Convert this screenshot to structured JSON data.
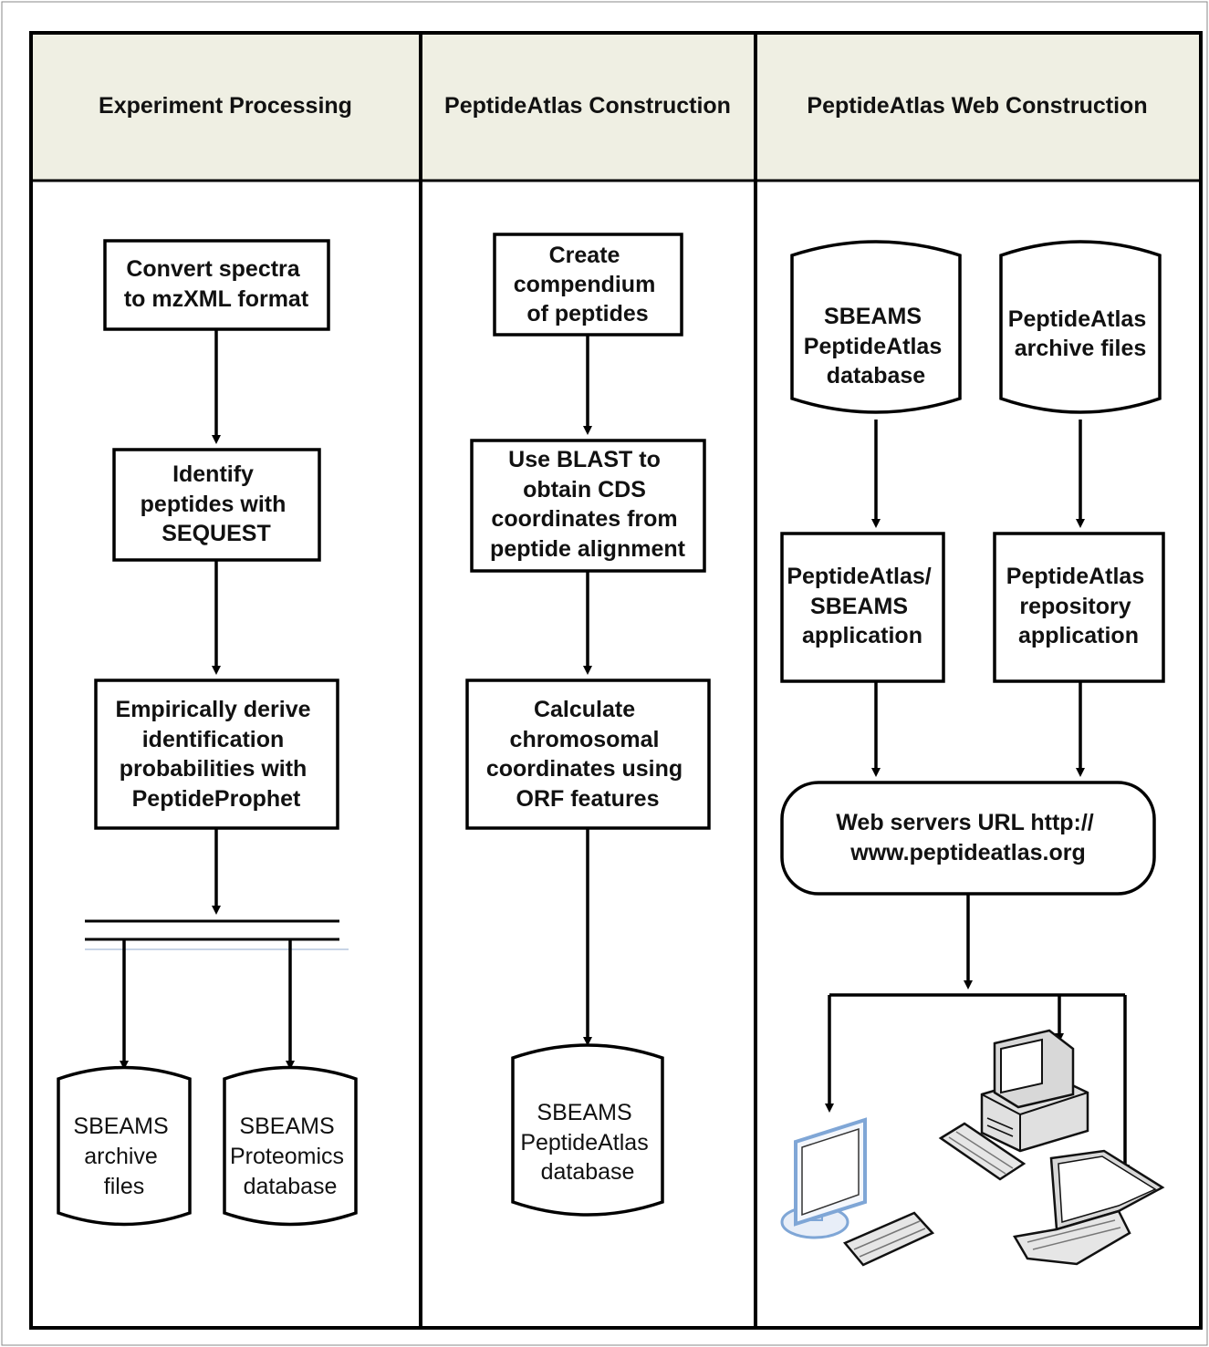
{
  "columns": [
    {
      "title": "Experiment Processing"
    },
    {
      "title": "PeptideAtlas Construction"
    },
    {
      "title": "PeptideAtlas Web Construction"
    }
  ],
  "experiment": {
    "convert": [
      "Convert spectra",
      "to mzXML format"
    ],
    "identify": [
      "Identify",
      "peptides with",
      "SEQUEST"
    ],
    "empirical": [
      "Empirically derive",
      "identification",
      "probabilities with",
      "PeptideProphet"
    ],
    "archive_db": [
      "SBEAMS",
      "archive",
      "files"
    ],
    "proteomics_db": [
      "SBEAMS",
      "Proteomics",
      "database"
    ]
  },
  "construction": {
    "compendium": [
      "Create",
      "compendium",
      "of peptides"
    ],
    "blast": [
      "Use BLAST to",
      "obtain CDS",
      "coordinates from",
      "peptide alignment"
    ],
    "calculate": [
      "Calculate",
      "chromosomal",
      "coordinates using",
      "ORF features"
    ],
    "atlas_db": [
      "SBEAMS",
      "PeptideAtlas",
      "database"
    ]
  },
  "web": {
    "sbeams_db": [
      "SBEAMS",
      "PeptideAtlas",
      "database"
    ],
    "archive_files": [
      "PeptideAtlas",
      "archive files"
    ],
    "sbeams_app": [
      "PeptideAtlas/",
      "SBEAMS",
      "application"
    ],
    "repo_app": [
      "PeptideAtlas",
      "repository",
      "application"
    ],
    "servers": [
      "Web servers URL http://",
      "www.peptideatlas.org"
    ]
  },
  "colors": {
    "header_bg": "#efefe3",
    "line": "#000000",
    "monitor_blue": "#7fa6d6",
    "computer_grey": "#d8d8d8"
  },
  "icons": [
    "desktop-monitor-icon",
    "keyboard-icon",
    "desktop-computer-icon",
    "laptop-icon"
  ]
}
